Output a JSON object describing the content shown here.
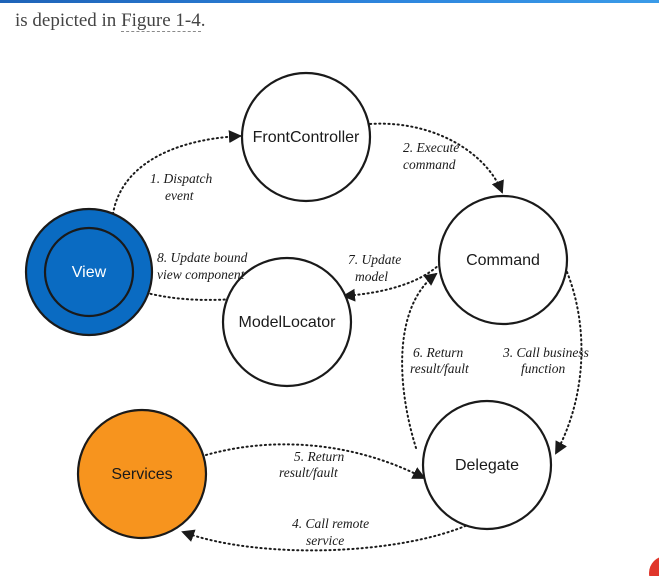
{
  "intro": {
    "before": "is depicted in ",
    "link": "Figure 1-4",
    "after": "."
  },
  "nodes": {
    "front_controller": "FrontController",
    "command": "Command",
    "view": "View",
    "model_locator": "ModelLocator",
    "services": "Services",
    "delegate": "Delegate"
  },
  "edges": {
    "dispatch": [
      "1. Dispatch",
      "event"
    ],
    "execute": [
      "2. Execute",
      "command"
    ],
    "call_business": [
      "3. Call business",
      "function"
    ],
    "call_remote": [
      "4. Call remote",
      "service"
    ],
    "return_services": [
      "5. Return",
      "result/fault"
    ],
    "return_delegate": [
      "6. Return",
      "result/fault"
    ],
    "update_model": [
      "7. Update",
      "model"
    ],
    "update_view": [
      "8. Update bound",
      "view component"
    ]
  },
  "colors": {
    "view_fill": "#0A6BC2",
    "services_fill": "#F7941E",
    "node_fill": "#FFFFFF",
    "stroke": "#1A1A1A",
    "accent": "#2E86DE"
  }
}
